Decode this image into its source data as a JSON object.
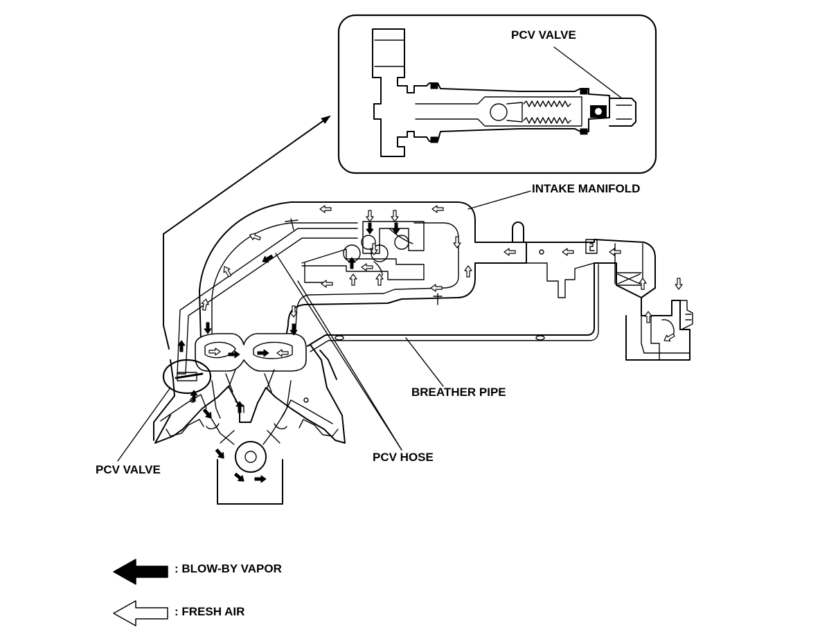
{
  "labels": {
    "inset_pcv_valve": "PCV VALVE",
    "intake_manifold": "INTAKE MANIFOLD",
    "breather_pipe": "BREATHER PIPE",
    "pcv_hose": "PCV HOSE",
    "pcv_valve": "PCV VALVE"
  },
  "legend": {
    "blow_by": ": BLOW-BY VAPOR",
    "fresh_air": ": FRESH AIR"
  }
}
